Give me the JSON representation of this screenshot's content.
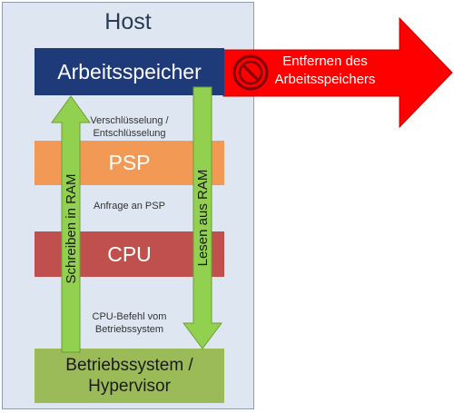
{
  "host": {
    "title": "Host"
  },
  "blocks": {
    "ram": "Arbeitsspeicher",
    "psp": "PSP",
    "cpu": "CPU",
    "os_line1": "Betriebssystem /",
    "os_line2": "Hypervisor"
  },
  "notes": {
    "encrypt_line1": "Verschlüsselung /",
    "encrypt_line2": "Entschlüsselung",
    "psp_request": "Anfrage an PSP",
    "cpu_cmd_line1": "CPU-Befehl vom",
    "cpu_cmd_line2": "Betriebssystem"
  },
  "arrows": {
    "write": "Schreiben in RAM",
    "read": "Lesen aus RAM",
    "remove_line1": "Entfernen des",
    "remove_line2": "Arbeitsspeichers"
  },
  "colors": {
    "host_bg": "#dde6f1",
    "ram": "#1f3a78",
    "psp": "#f29a55",
    "cpu": "#c0504d",
    "os": "#9bbb59",
    "green_arrow": "#92d050",
    "red_arrow": "#ff0000"
  },
  "icons": {
    "forbidden": "no-entry-icon"
  }
}
